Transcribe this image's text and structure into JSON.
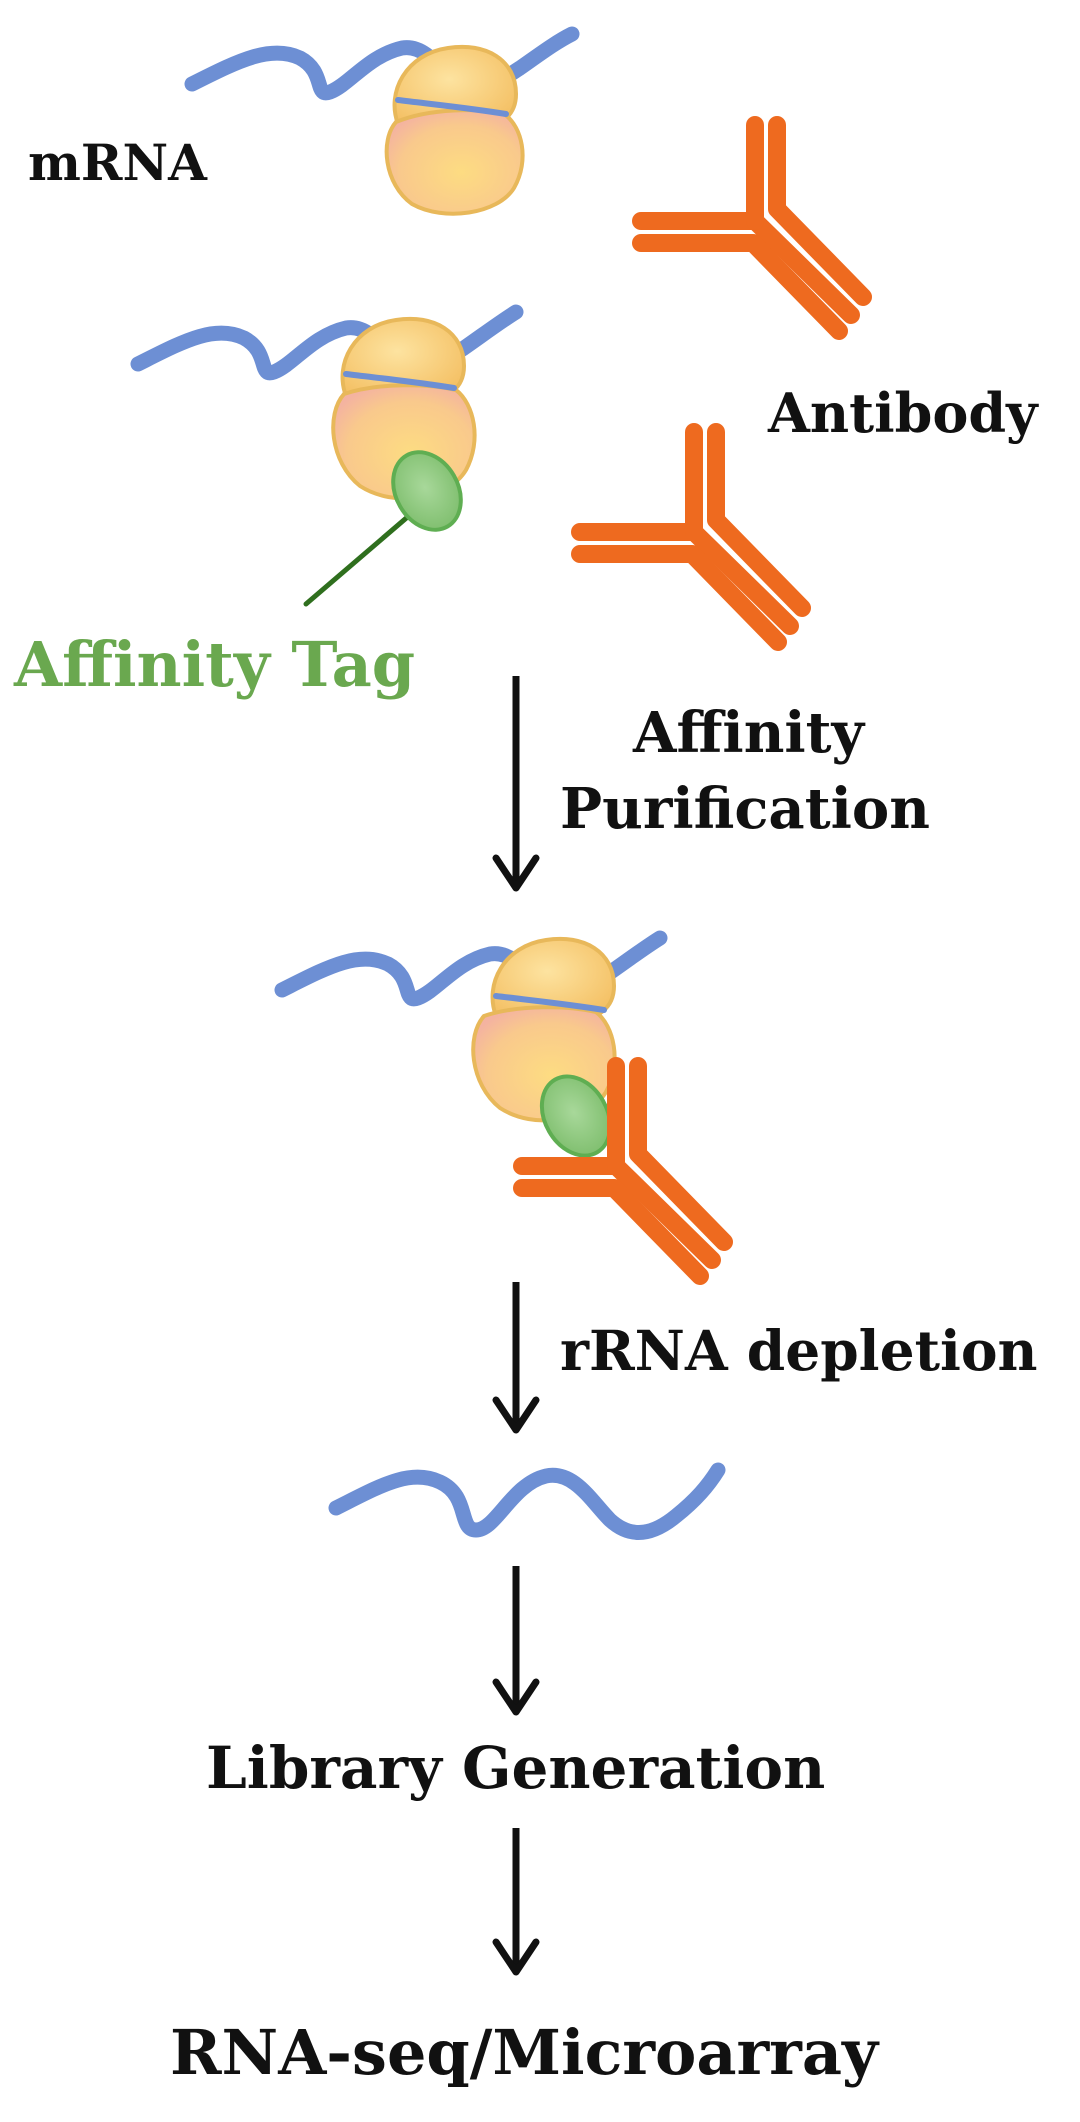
{
  "labels": {
    "mrna": "mRNA",
    "antibody": "Antibody",
    "affinity_tag": "Affinity Tag",
    "affinity_purification_line1": "Affinity",
    "affinity_purification_line2": "Purification",
    "rrna_depletion": "rRNA depletion",
    "library_generation": "Library Generation",
    "rna_seq": "RNA-seq/Microarray"
  },
  "colors": {
    "mrna": "#6d8fd4",
    "ribosome_small_top": "#f7cf74",
    "ribosome_small_bottom": "#f3c070",
    "ribosome_large_center": "#fbd98b",
    "ribosome_large_edge": "#f5b89c",
    "ribosome_outline": "#e8b85a",
    "antibody": "#ee6a1f",
    "affinity_tag_fill": "#8ec97e",
    "affinity_tag_outline": "#5fae52",
    "affinity_tag_stalk": "#2f6f1e",
    "affinity_tag_text": "#6aa84f",
    "arrow": "#111111"
  },
  "icons": {
    "ribosome": "ribosome-icon",
    "antibody": "antibody-icon",
    "affinity_tag": "affinity-tag-icon",
    "mrna": "mrna-strand-icon",
    "arrow": "down-arrow-icon"
  }
}
